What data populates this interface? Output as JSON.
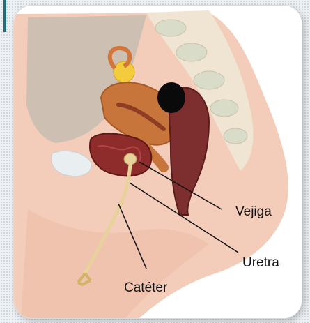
{
  "labels": {
    "bladder": "Vejiga",
    "urethra": "Uretra",
    "catheter": "Catéter"
  },
  "colors": {
    "accent_bar": "#1e6e7d",
    "skin": "#f4d3c2",
    "uterus": "#c9753a",
    "rectum": "#7d2f2f",
    "bladder": "#8e2c2c",
    "catheter": "#e6d29a"
  }
}
